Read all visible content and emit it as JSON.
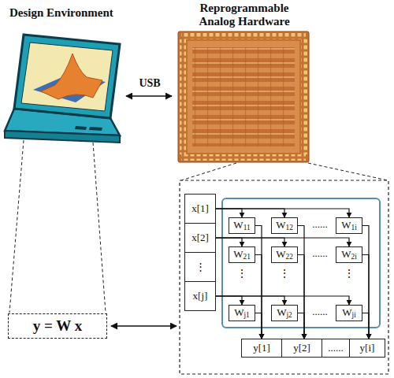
{
  "diagram": {
    "nodes": [
      {
        "text": [
          "y = W x"
        ]
      },
      {
        "text": [
          "x[1]"
        ]
      },
      {
        "text": [
          "x[2]"
        ]
      },
      {
        "text": [
          "⋮"
        ]
      },
      {
        "text": [
          "x[j]"
        ]
      },
      {
        "text": [
          "W11"
        ]
      },
      {
        "text": [
          "W12"
        ]
      },
      {
        "text": [
          "W1i"
        ]
      },
      {
        "text": [
          "W21"
        ]
      },
      {
        "text": [
          "W22"
        ]
      },
      {
        "text": [
          "W2i"
        ]
      },
      {
        "text": [
          "Wj1"
        ]
      },
      {
        "text": [
          "Wj2"
        ]
      },
      {
        "text": [
          "Wji"
        ]
      },
      {
        "text": [
          "y[1]"
        ]
      },
      {
        "text": [
          "y[2]"
        ]
      },
      {
        "text": [
          "......"
        ]
      },
      {
        "text": [
          "y[i]"
        ]
      }
    ],
    "edges": [
      {
        "from": 1,
        "to": 5,
        "arrow": "to"
      },
      {
        "from": 1,
        "to": 6,
        "arrow": "to"
      },
      {
        "from": 1,
        "to": 7,
        "arrow": "to"
      },
      {
        "from": 2,
        "to": 8,
        "arrow": "to"
      },
      {
        "from": 2,
        "to": 9,
        "arrow": "to"
      },
      {
        "from": 2,
        "to": 10,
        "arrow": "to"
      },
      {
        "from": 4,
        "to": 11,
        "arrow": "to"
      },
      {
        "from": 4,
        "to": 12,
        "arrow": "to"
      },
      {
        "from": 4,
        "to": 13,
        "arrow": "to"
      },
      {
        "from": 5,
        "to": 14,
        "arrow": "to"
      },
      {
        "from": 8,
        "to": 14,
        "arrow": "to"
      },
      {
        "from": 11,
        "to": 14,
        "arrow": "to"
      },
      {
        "from": 6,
        "to": 15,
        "arrow": "to"
      },
      {
        "from": 9,
        "to": 15,
        "arrow": "to"
      },
      {
        "from": 12,
        "to": 15,
        "arrow": "to"
      },
      {
        "from": 7,
        "to": 17,
        "arrow": "to"
      },
      {
        "from": 10,
        "to": 17,
        "arrow": "to"
      },
      {
        "from": 13,
        "to": 17,
        "arrow": "to"
      }
    ],
    "labels": [
      "Design Environment",
      "Reprogrammable Analog Hardware",
      "USB",
      "......",
      "......",
      "⋮",
      "⋮",
      "⋮",
      "......"
    ]
  }
}
